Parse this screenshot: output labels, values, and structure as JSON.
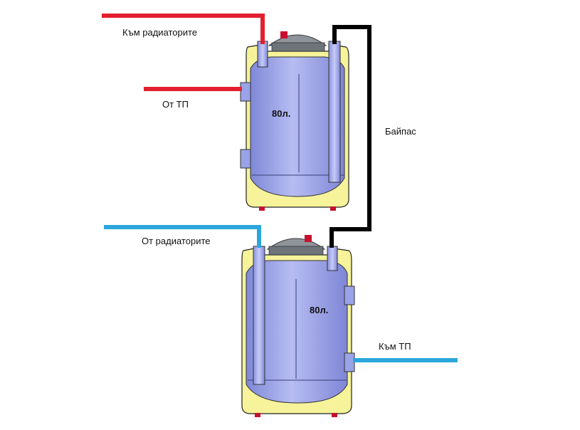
{
  "labels": {
    "to_radiators": "Към радиаторите",
    "from_hp": "От ТП",
    "bypass": "Байпас",
    "from_radiators": "От радиаторите",
    "to_hp": "Към ТП"
  },
  "tanks": {
    "top": {
      "volume": "80л."
    },
    "bottom": {
      "volume": "80л."
    }
  },
  "colors": {
    "hot_pipe": "#e3202f",
    "cold_pipe": "#2aa7dc",
    "bypass_pipe": "#000000",
    "tank_shell": "#f6f39a",
    "tank_body": "#9aa2e8"
  }
}
